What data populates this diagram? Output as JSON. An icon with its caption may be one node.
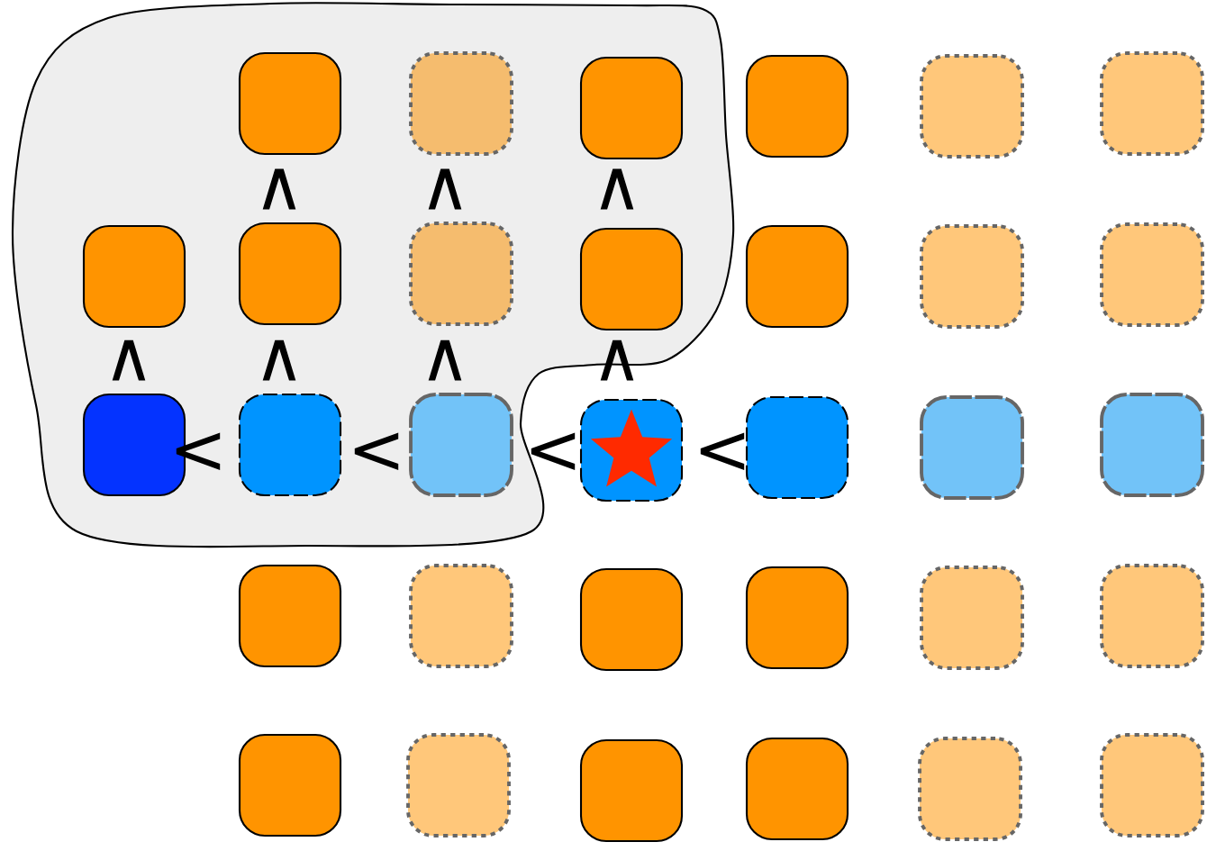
{
  "diagram": {
    "nodes": [
      {
        "text": [],
        "shape": "box"
      },
      {
        "text": [],
        "shape": "box"
      },
      {
        "text": [],
        "shape": "box"
      },
      {
        "text": [],
        "shape": "box"
      },
      {
        "text": [],
        "shape": "box"
      },
      {
        "text": [],
        "shape": "box"
      },
      {
        "text": [],
        "shape": "box"
      },
      {
        "text": [],
        "shape": "box"
      },
      {
        "text": [],
        "shape": "box"
      },
      {
        "text": [],
        "shape": "box"
      },
      {
        "text": [],
        "shape": "box"
      },
      {
        "text": [],
        "shape": "box"
      },
      {
        "text": [],
        "shape": "box"
      },
      {
        "text": [],
        "shape": "box"
      },
      {
        "text": [],
        "shape": "box"
      },
      {
        "text": [],
        "shape": "box"
      },
      {
        "text": [],
        "shape": "box"
      },
      {
        "text": [],
        "shape": "box"
      },
      {
        "text": [],
        "shape": "box"
      },
      {
        "text": [],
        "shape": "box"
      },
      {
        "text": [],
        "shape": "box"
      },
      {
        "text": [],
        "shape": "box"
      },
      {
        "text": [],
        "shape": "box"
      },
      {
        "text": [],
        "shape": "box"
      },
      {
        "text": [],
        "shape": "box"
      },
      {
        "text": [],
        "shape": "box"
      },
      {
        "text": [],
        "shape": "box"
      },
      {
        "text": [],
        "shape": "box"
      },
      {
        "text": [],
        "shape": "box"
      },
      {
        "text": [],
        "shape": "box"
      },
      {
        "text": [],
        "shape": "box"
      },
      {
        "text": [],
        "shape": "box"
      }
    ],
    "labels": [
      "∧",
      "∧",
      "∧",
      "∧",
      "∧",
      "∧",
      "∧",
      "<",
      "<",
      "<",
      "<"
    ]
  }
}
